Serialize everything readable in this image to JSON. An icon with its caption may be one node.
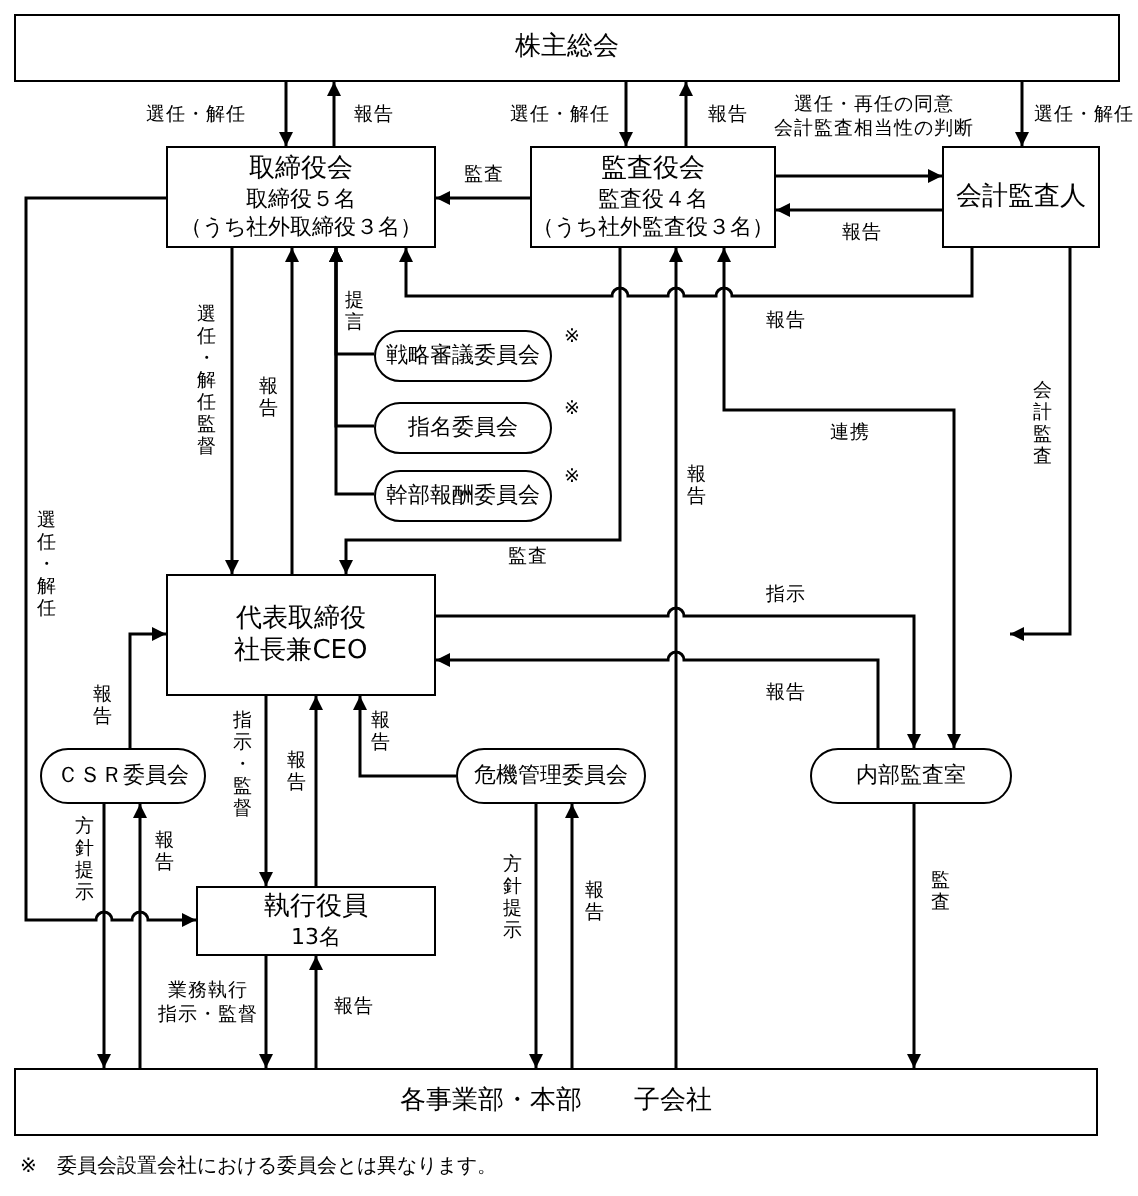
{
  "diagram": {
    "nodes": [
      {
        "text": [
          "株主総会"
        ]
      },
      {
        "text": [
          "取締役会",
          "取締役５名",
          "（うち社外取締役３名）"
        ]
      },
      {
        "text": [
          "監査役会",
          "監査役４名",
          "（うち社外監査役３名）"
        ]
      },
      {
        "text": [
          "会計監査人"
        ]
      },
      {
        "text": [
          "戦略審議委員会"
        ],
        "beside": [
          "※"
        ]
      },
      {
        "text": [
          "指名委員会"
        ],
        "beside": [
          "※"
        ]
      },
      {
        "text": [
          "幹部報酬委員会"
        ],
        "beside": [
          "※"
        ]
      },
      {
        "text": [
          "代表取締役社長兼CEO"
        ]
      },
      {
        "text": [
          "ＣＳＲ委員会"
        ]
      },
      {
        "text": [
          "危機管理委員会"
        ]
      },
      {
        "text": [
          "内部監査室"
        ]
      },
      {
        "text": [
          "執行役員",
          "13名"
        ]
      },
      {
        "text": [
          "各事業部・本部　　子会社"
        ]
      }
    ],
    "edges": [
      {
        "from": 0,
        "to": 1,
        "arrow": "to",
        "label": "選任・解任"
      },
      {
        "from": 1,
        "to": 0,
        "arrow": "to",
        "label": "報告"
      },
      {
        "from": 0,
        "to": 2,
        "arrow": "to",
        "label": "選任・解任"
      },
      {
        "from": 2,
        "to": 0,
        "arrow": "to",
        "label": "報告"
      },
      {
        "from": 0,
        "to": 3,
        "arrow": "to",
        "label": "選任・解任"
      },
      {
        "from": 2,
        "to": 3,
        "arrow": "to",
        "label": "選任・再任の同意会計監査相当性の判断"
      },
      {
        "from": 3,
        "to": 2,
        "arrow": "to",
        "label": "報告"
      },
      {
        "from": 2,
        "to": 1,
        "arrow": "to",
        "label": "監査"
      },
      {
        "from": 3,
        "to": 1,
        "arrow": "to",
        "label": "報告"
      },
      {
        "from": 2,
        "to": 10,
        "arrow": "both",
        "label": "連携"
      },
      {
        "from": 12,
        "to": 2,
        "arrow": "to",
        "label": "報告"
      },
      {
        "from": 2,
        "to": 7,
        "arrow": "to",
        "label": "監査"
      },
      {
        "from": 3,
        "to": null,
        "arrow": "to",
        "label": "会計監査"
      },
      {
        "from": 1,
        "to": 7,
        "arrow": "to",
        "label": "選任・解任監督"
      },
      {
        "from": 7,
        "to": 1,
        "arrow": "to",
        "label": "報告"
      },
      {
        "from": 4,
        "to": 1,
        "arrow": "to",
        "label": "提言"
      },
      {
        "from": 5,
        "to": 1,
        "arrow": "to"
      },
      {
        "from": 6,
        "to": 1,
        "arrow": "to"
      },
      {
        "from": 1,
        "to": 11,
        "arrow": "to",
        "label": "選任・解任"
      },
      {
        "from": 8,
        "to": 7,
        "arrow": "to",
        "label": "報告"
      },
      {
        "from": 8,
        "to": 12,
        "arrow": "to",
        "label": "方針提示"
      },
      {
        "from": 12,
        "to": 8,
        "arrow": "to",
        "label": "報告"
      },
      {
        "from": 7,
        "to": 11,
        "arrow": "to",
        "label": "指示・監督"
      },
      {
        "from": 11,
        "to": 7,
        "arrow": "to",
        "label": "報告"
      },
      {
        "from": 11,
        "to": 12,
        "arrow": "to",
        "label": "業務執行指示・監督"
      },
      {
        "from": 12,
        "to": 11,
        "arrow": "to",
        "label": "報告"
      },
      {
        "from": 9,
        "to": 7,
        "arrow": "to",
        "label": "報告"
      },
      {
        "from": 9,
        "to": 12,
        "arrow": "to",
        "label": "方針提示"
      },
      {
        "from": 12,
        "to": 9,
        "arrow": "to",
        "label": "報告"
      },
      {
        "from": 7,
        "to": 10,
        "arrow": "to",
        "label": "指示"
      },
      {
        "from": 10,
        "to": 7,
        "arrow": "to",
        "label": "報告"
      },
      {
        "from": 10,
        "to": 12,
        "arrow": "to",
        "label": "監査"
      }
    ],
    "labels": [
      "※　委員会設置会社における委員会とは異なります。"
    ]
  }
}
